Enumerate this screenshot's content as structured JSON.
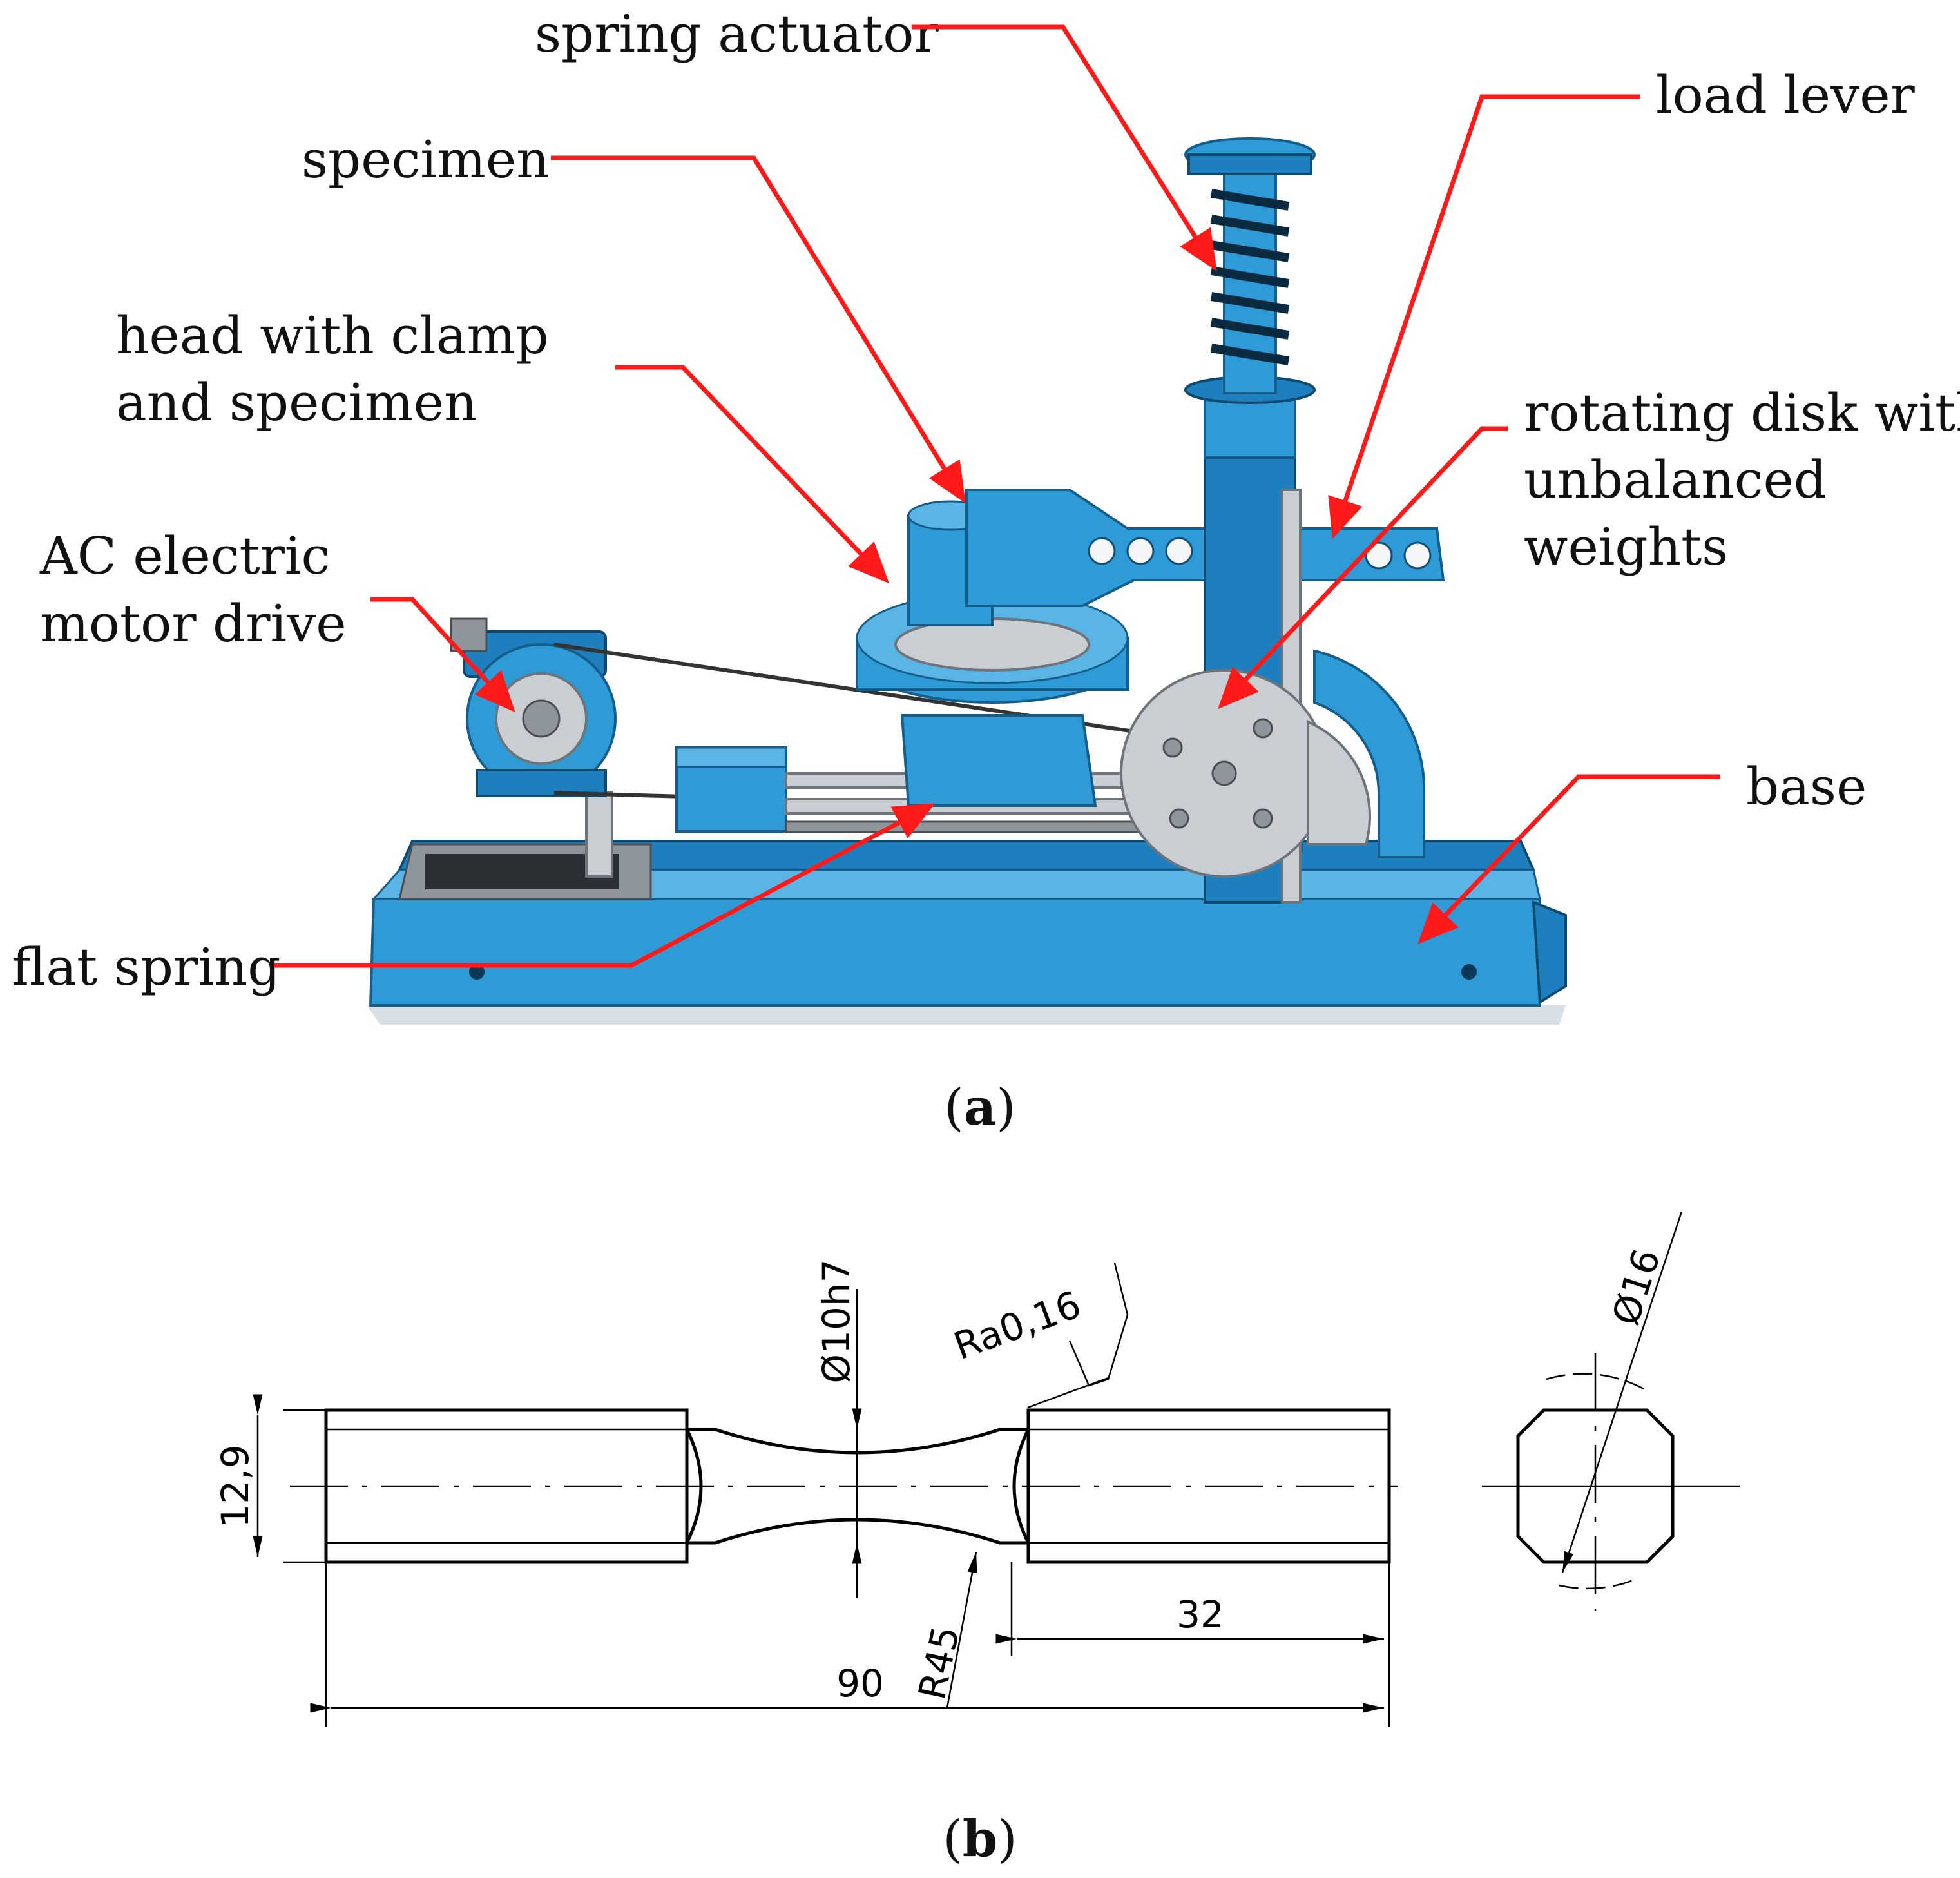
{
  "panel_a": {
    "caption_letter": "a",
    "labels": {
      "spring_actuator": "spring actuator",
      "load_lever": "load  lever",
      "specimen": "specimen",
      "head_clamp_line1": "head with clamp",
      "head_clamp_line2": "and specimen",
      "rotating_disk_line1": "rotating disk with",
      "rotating_disk_line2": "unbalanced",
      "rotating_disk_line3": "weights",
      "motor_line1": "AC electric",
      "motor_line2": "motor drive",
      "base": "base",
      "flat_spring": "flat spring"
    },
    "colors": {
      "leader": "#ff1a1a",
      "machine": "#2e9ad6"
    }
  },
  "panel_b": {
    "caption_letter": "b",
    "dimensions": {
      "diameter_neck": "Ø10h7",
      "roughness": "Ra0,16",
      "height": "12,9",
      "radius": "R45",
      "grip_length": "32",
      "total_length": "90",
      "end_diameter": "Ø16"
    }
  }
}
